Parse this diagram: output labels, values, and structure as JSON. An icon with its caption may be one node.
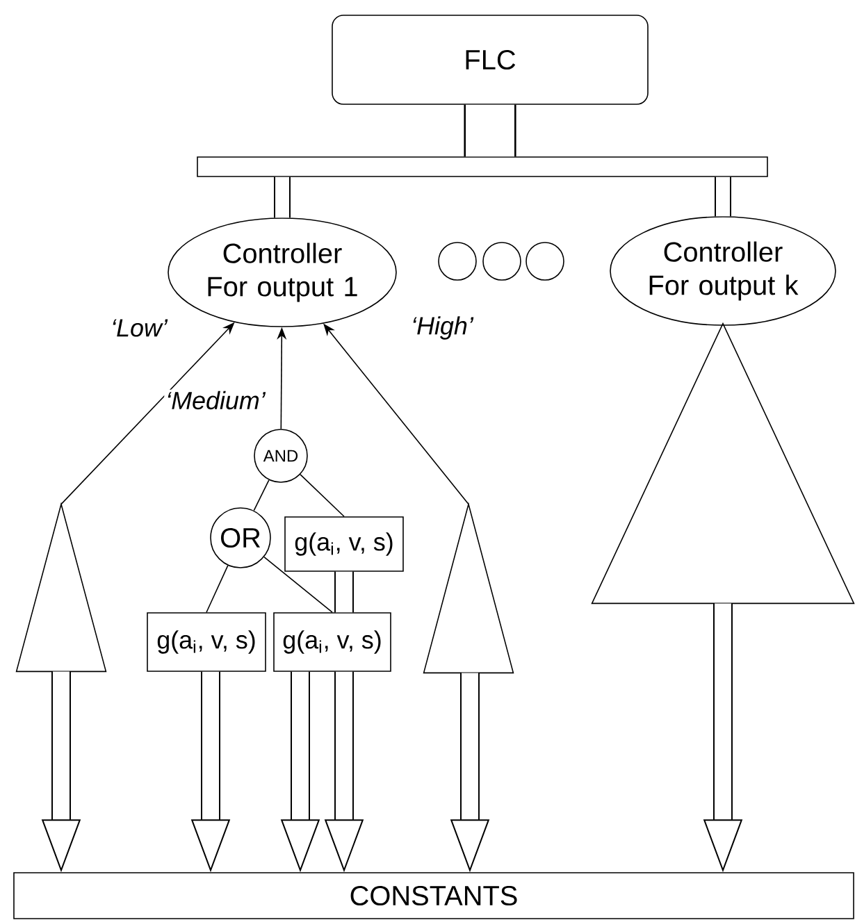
{
  "diagram": {
    "nodes": [
      {
        "text": [
          "FLC"
        ]
      },
      {
        "text": [],
        "shape": "bar"
      },
      {
        "text": [
          "Controller For output 1"
        ]
      },
      {
        "text": [],
        "shape": "circle"
      },
      {
        "text": [],
        "shape": "circle"
      },
      {
        "text": [],
        "shape": "circle"
      },
      {
        "text": [
          "Controller For output k"
        ]
      },
      {
        "text": [],
        "shape": "triangle"
      },
      {
        "text": [
          "AND"
        ]
      },
      {
        "text": [],
        "shape": "triangle"
      },
      {
        "text": [],
        "shape": "triangle"
      },
      {
        "text": [
          "OR"
        ]
      },
      {
        "text": [
          "g(a$_{i}$, v, s)"
        ]
      },
      {
        "text": [
          "g(a$_{i}$, v, s)"
        ]
      },
      {
        "text": [
          "g(a$_{i}$, v, s)"
        ]
      },
      {
        "text": [
          "CONSTANTS"
        ]
      }
    ],
    "edges": [
      {
        "from": 0,
        "to": 1,
        "arrow": "none",
        "style": "thick"
      },
      {
        "from": 1,
        "to": 2,
        "arrow": "none"
      },
      {
        "from": 1,
        "to": 6,
        "arrow": "none"
      },
      {
        "from": 9,
        "to": 2,
        "arrow": "to",
        "label": "‘Low’"
      },
      {
        "from": 8,
        "to": 2,
        "arrow": "to",
        "label": "‘Medium’"
      },
      {
        "from": 10,
        "to": 2,
        "arrow": "to",
        "label": "‘High’"
      },
      {
        "from": 8,
        "to": 11,
        "arrow": "none"
      },
      {
        "from": 8,
        "to": 12,
        "arrow": "none"
      },
      {
        "from": 11,
        "to": 13,
        "arrow": "none"
      },
      {
        "from": 11,
        "to": 14,
        "arrow": "none"
      },
      {
        "from": 9,
        "to": 15,
        "arrow": "to"
      },
      {
        "from": 13,
        "to": 15,
        "arrow": "to"
      },
      {
        "from": 14,
        "to": 15,
        "arrow": "to"
      },
      {
        "from": 12,
        "to": 14,
        "arrow": "none"
      },
      {
        "from": 14,
        "to": 15,
        "arrow": "to"
      },
      {
        "from": 10,
        "to": 15,
        "arrow": "to"
      },
      {
        "from": 7,
        "to": 15,
        "arrow": "to"
      }
    ]
  }
}
